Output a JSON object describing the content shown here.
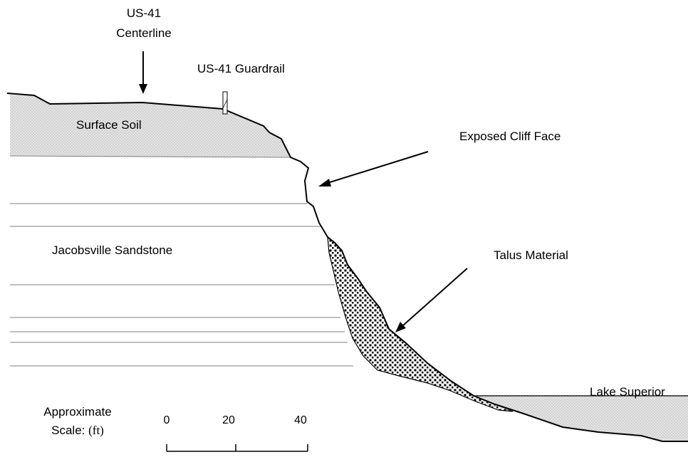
{
  "labels": {
    "centerline_line1": "US-41",
    "centerline_line2": "Centerline",
    "guardrail": "US-41 Guardrail",
    "surface_soil": "Surface Soil",
    "exposed_cliff": "Exposed Cliff Face",
    "sandstone": "Jacobsville Sandstone",
    "talus": "Talus Material",
    "lake": "Lake Superior"
  },
  "scale": {
    "label_line1": "Approximate",
    "label_line2_text": "Scale: ",
    "label_unit": "(ft)",
    "ticks": [
      "0",
      "20",
      "40"
    ]
  },
  "colors": {
    "soil_fill": "#d9d9d9",
    "talus_fill": "#ffffff",
    "talus_dots": "#000000",
    "water_fill": "#d9d9d9",
    "line": "#000000",
    "bedding": "#7f7f7f"
  }
}
